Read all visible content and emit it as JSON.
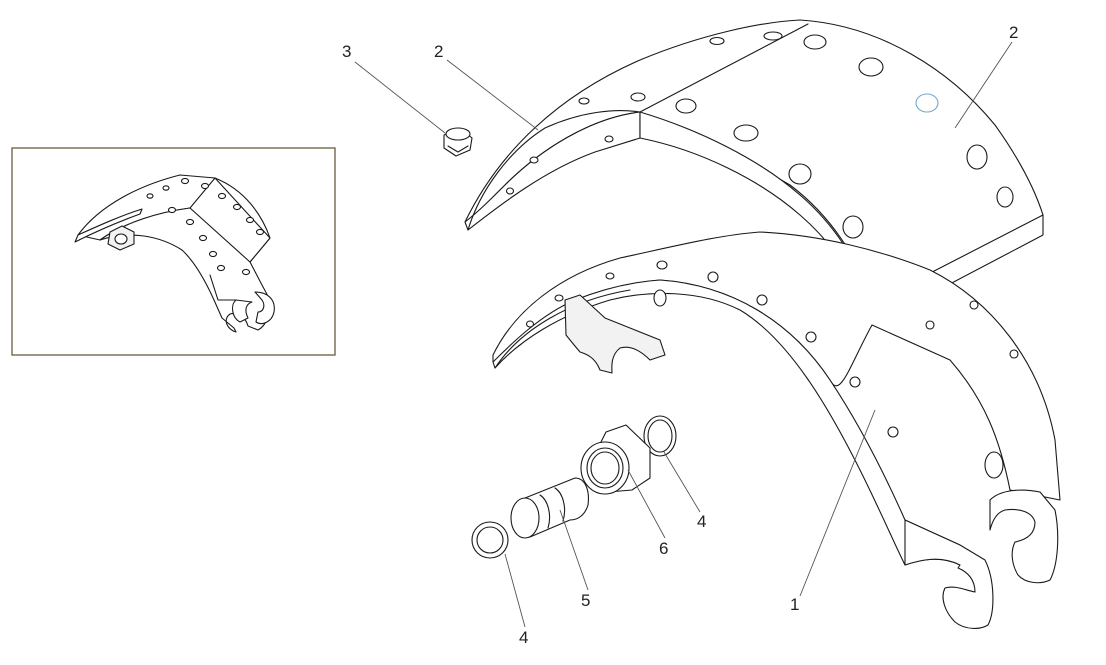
{
  "callouts": {
    "c3": "3",
    "c2_left": "2",
    "c2_right": "2",
    "c1": "1",
    "c4_right": "4",
    "c6": "6",
    "c5": "5",
    "c4_left": "4"
  },
  "colors": {
    "line": "#1a1a1a",
    "inset_frame": "#6b5a3e",
    "highlight_hole": "#6fa8c8"
  }
}
